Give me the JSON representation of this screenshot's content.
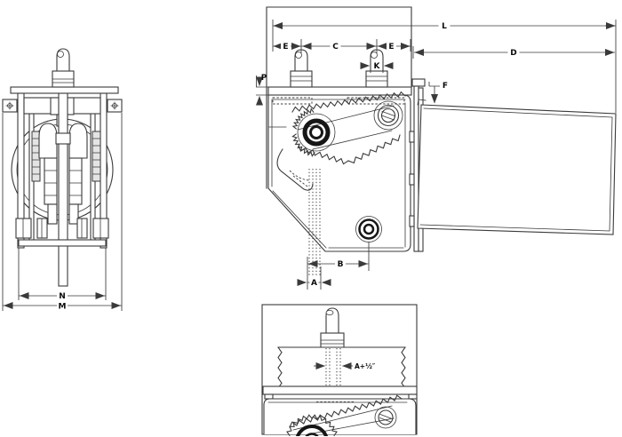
{
  "drawing": {
    "background": "#ffffff",
    "line_color": "#3a3a3a",
    "bold_color": "#161616",
    "views": {
      "front": {
        "label_n": "N",
        "label_m": "M"
      },
      "side": {
        "label_l": "L",
        "label_e_left": "E",
        "label_c": "C",
        "label_e_right": "E",
        "label_k": "K",
        "label_p": "P",
        "label_f": "F",
        "label_d": "D",
        "label_b": "B",
        "label_a": "A"
      },
      "detail": {
        "label_a_plus_half": "A+½″"
      }
    }
  }
}
